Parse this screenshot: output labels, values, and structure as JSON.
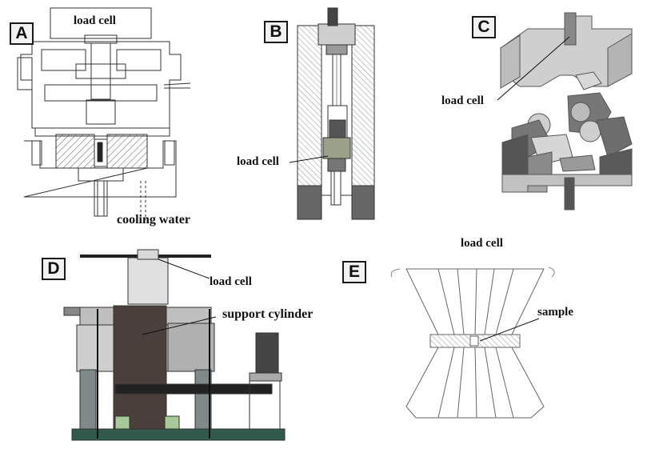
{
  "panels": [
    {
      "letter": "A"
    },
    {
      "letter": "B"
    },
    {
      "letter": "C"
    },
    {
      "letter": "D"
    },
    {
      "letter": "E"
    }
  ],
  "labels": {
    "a_load_cell": "load cell",
    "a_cooling_water": "cooling water",
    "b_load_cell": "load cell",
    "c_load_cell": "load cell",
    "d_load_cell": "load cell",
    "d_support_cylinder": "support cylinder",
    "e_load_cell": "load cell",
    "e_sample": "sample"
  },
  "colors": {
    "line": "#333333",
    "hatch": "#555555",
    "gray_light": "#d0d0d0",
    "gray_mid": "#9a9a9a",
    "gray_dark": "#555555",
    "cylinder_dark": "#4a3f3a",
    "base_green": "#2f5a4c",
    "pad_green": "#a8c89a"
  }
}
